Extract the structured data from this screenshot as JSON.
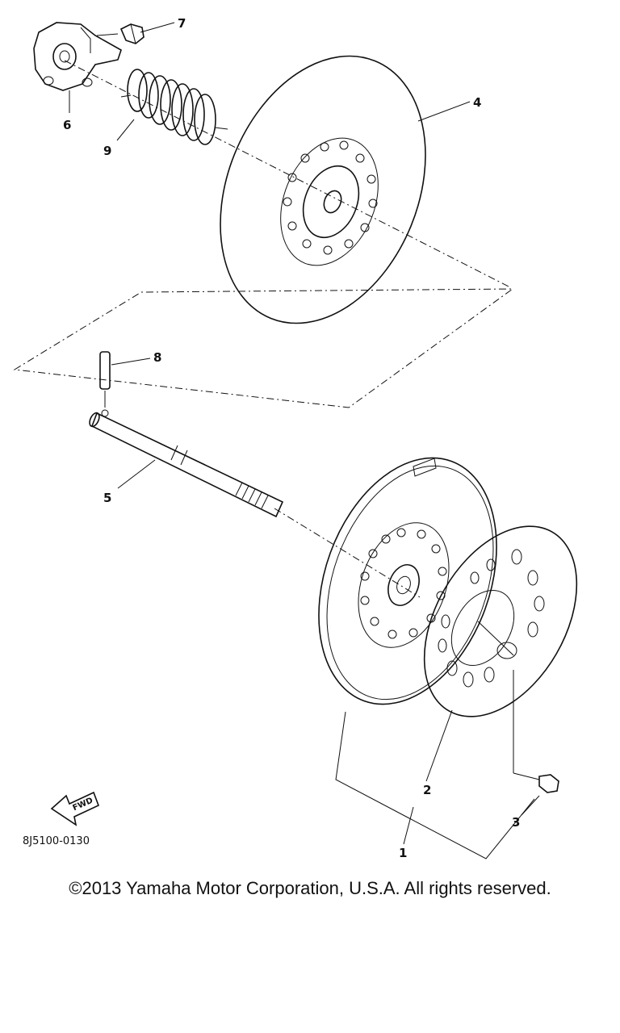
{
  "diagram": {
    "callouts": {
      "part_1": "1",
      "part_2": "2",
      "part_3": "3",
      "part_4": "4",
      "part_5": "5",
      "part_6": "6",
      "part_7": "7",
      "part_8": "8",
      "part_9": "9"
    },
    "fwd_arrow_label": "FWD",
    "drawing_code": "8J5100-0130"
  },
  "footer": {
    "copyright": "©2013 Yamaha Motor Corporation, U.S.A. All rights reserved."
  }
}
